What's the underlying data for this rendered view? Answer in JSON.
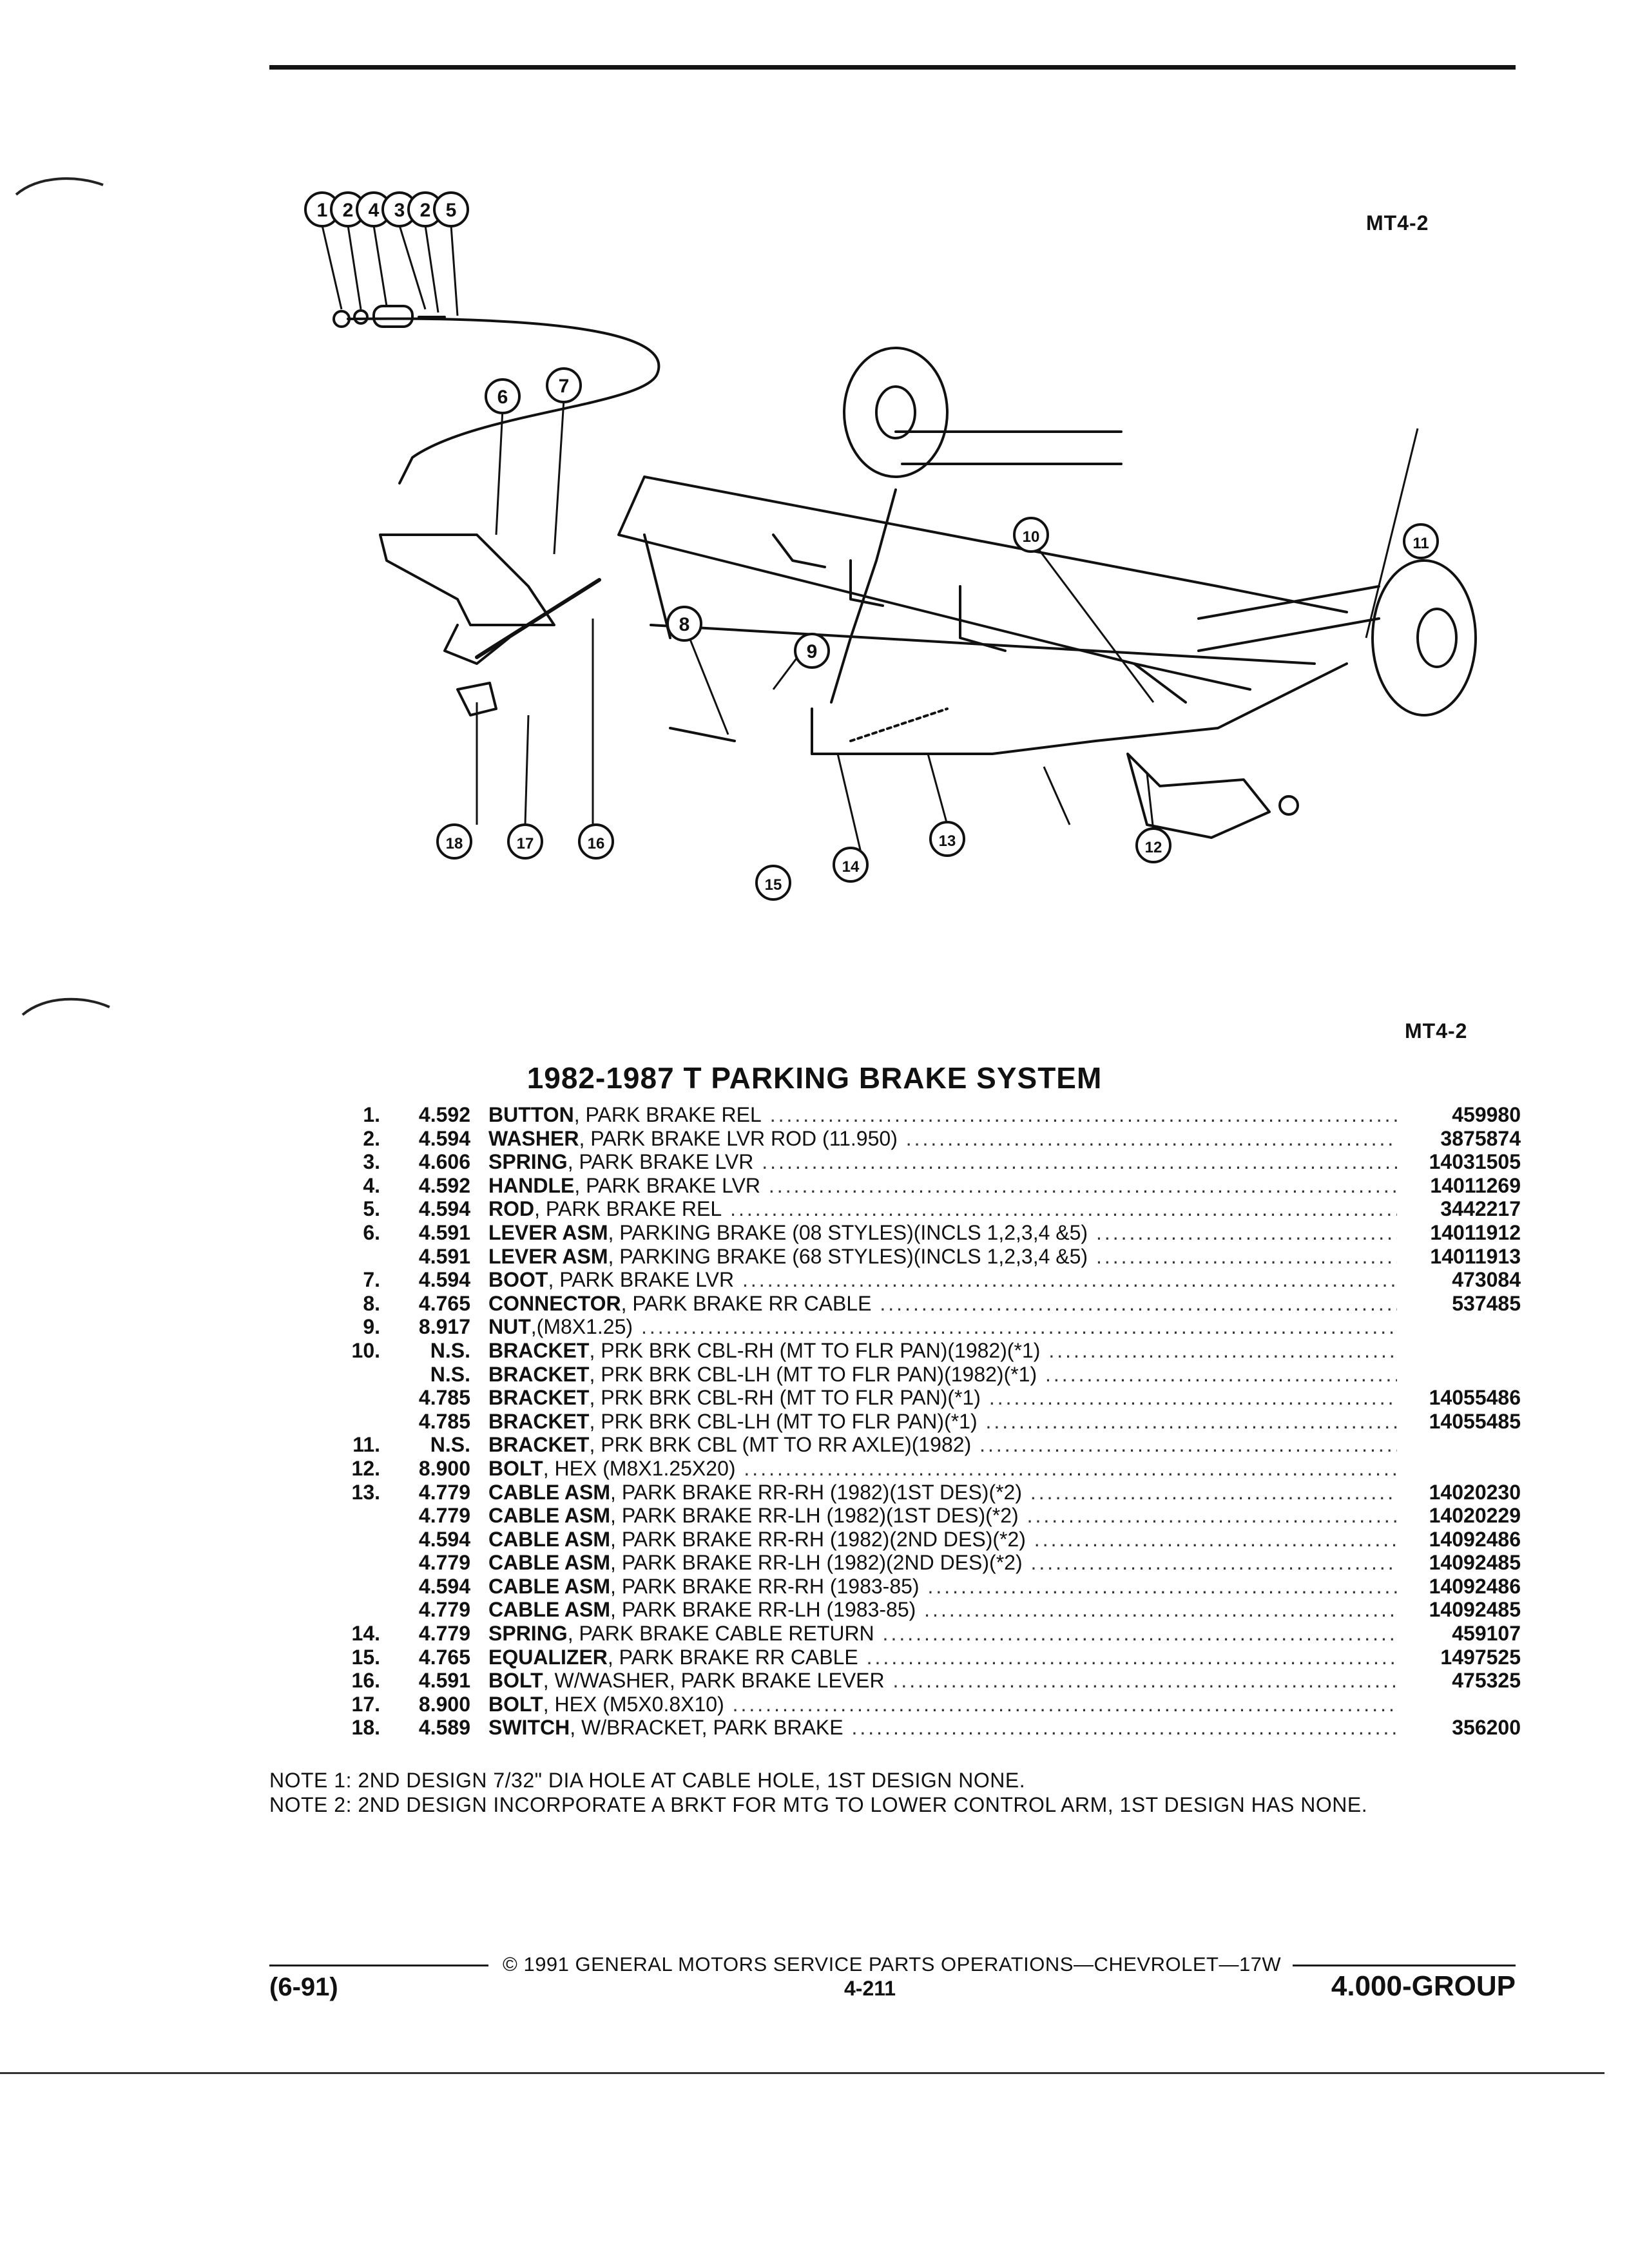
{
  "figure_code": "MT4-2",
  "diagram": {
    "callouts": [
      "1",
      "2",
      "4",
      "3",
      "2",
      "5",
      "6",
      "7",
      "8",
      "9",
      "10",
      "11",
      "12",
      "13",
      "14",
      "15",
      "16",
      "17",
      "18"
    ]
  },
  "title": "1982-1987 T PARKING BRAKE SYSTEM",
  "parts": [
    {
      "item": "1.",
      "group": "4.592",
      "name": "BUTTON",
      "desc": ", PARK BRAKE REL",
      "part": "459980"
    },
    {
      "item": "2.",
      "group": "4.594",
      "name": "WASHER",
      "desc": ", PARK BRAKE LVR ROD (11.950)",
      "part": "3875874"
    },
    {
      "item": "3.",
      "group": "4.606",
      "name": "SPRING",
      "desc": ", PARK BRAKE LVR",
      "part": "14031505"
    },
    {
      "item": "4.",
      "group": "4.592",
      "name": "HANDLE",
      "desc": ", PARK BRAKE LVR",
      "part": "14011269"
    },
    {
      "item": "5.",
      "group": "4.594",
      "name": "ROD",
      "desc": ", PARK BRAKE REL",
      "part": "3442217"
    },
    {
      "item": "6.",
      "group": "4.591",
      "name": "LEVER ASM",
      "desc": ", PARKING BRAKE (08 STYLES)(INCLS 1,2,3,4 &5)",
      "part": "14011912"
    },
    {
      "item": "",
      "group": "4.591",
      "name": "LEVER ASM",
      "desc": ", PARKING BRAKE (68 STYLES)(INCLS 1,2,3,4 &5)",
      "part": "14011913"
    },
    {
      "item": "7.",
      "group": "4.594",
      "name": "BOOT",
      "desc": ", PARK BRAKE LVR",
      "part": "473084"
    },
    {
      "item": "8.",
      "group": "4.765",
      "name": "CONNECTOR",
      "desc": ", PARK BRAKE RR CABLE",
      "part": "537485"
    },
    {
      "item": "9.",
      "group": "8.917",
      "name": "NUT",
      "desc": ",(M8X1.25)",
      "part": ""
    },
    {
      "item": "10.",
      "group": "N.S.",
      "name": "BRACKET",
      "desc": ", PRK BRK CBL-RH (MT TO FLR PAN)(1982)(*1)",
      "part": ""
    },
    {
      "item": "",
      "group": "N.S.",
      "name": "BRACKET",
      "desc": ", PRK BRK CBL-LH (MT TO FLR PAN)(1982)(*1)",
      "part": ""
    },
    {
      "item": "",
      "group": "4.785",
      "name": "BRACKET",
      "desc": ", PRK BRK CBL-RH (MT TO FLR PAN)(*1)",
      "part": "14055486"
    },
    {
      "item": "",
      "group": "4.785",
      "name": "BRACKET",
      "desc": ", PRK BRK CBL-LH (MT TO FLR PAN)(*1)",
      "part": "14055485"
    },
    {
      "item": "11.",
      "group": "N.S.",
      "name": "BRACKET",
      "desc": ", PRK BRK CBL (MT TO RR AXLE)(1982)",
      "part": ""
    },
    {
      "item": "12.",
      "group": "8.900",
      "name": "BOLT",
      "desc": ", HEX (M8X1.25X20)",
      "part": ""
    },
    {
      "item": "13.",
      "group": "4.779",
      "name": "CABLE ASM",
      "desc": ", PARK BRAKE RR-RH (1982)(1ST DES)(*2)",
      "part": "14020230"
    },
    {
      "item": "",
      "group": "4.779",
      "name": "CABLE ASM",
      "desc": ", PARK BRAKE RR-LH (1982)(1ST DES)(*2)",
      "part": "14020229"
    },
    {
      "item": "",
      "group": "4.594",
      "name": "CABLE ASM",
      "desc": ", PARK BRAKE RR-RH (1982)(2ND DES)(*2)",
      "part": "14092486"
    },
    {
      "item": "",
      "group": "4.779",
      "name": "CABLE ASM",
      "desc": ", PARK BRAKE RR-LH (1982)(2ND DES)(*2)",
      "part": "14092485"
    },
    {
      "item": "",
      "group": "4.594",
      "name": "CABLE ASM",
      "desc": ", PARK BRAKE RR-RH (1983-85)",
      "part": "14092486"
    },
    {
      "item": "",
      "group": "4.779",
      "name": "CABLE ASM",
      "desc": ", PARK BRAKE RR-LH (1983-85)",
      "part": "14092485"
    },
    {
      "item": "14.",
      "group": "4.779",
      "name": "SPRING",
      "desc": ", PARK BRAKE CABLE RETURN",
      "part": "459107"
    },
    {
      "item": "15.",
      "group": "4.765",
      "name": "EQUALIZER",
      "desc": ", PARK BRAKE RR CABLE",
      "part": "1497525"
    },
    {
      "item": "16.",
      "group": "4.591",
      "name": "BOLT",
      "desc": ", W/WASHER, PARK BRAKE LEVER",
      "part": "475325"
    },
    {
      "item": "17.",
      "group": "8.900",
      "name": "BOLT",
      "desc": ", HEX (M5X0.8X10)",
      "part": ""
    },
    {
      "item": "18.",
      "group": "4.589",
      "name": "SWITCH",
      "desc": ", W/BRACKET, PARK BRAKE",
      "part": "356200"
    }
  ],
  "notes": [
    "NOTE  1:  2ND DESIGN 7/32\" DIA HOLE AT CABLE HOLE, 1ST DESIGN NONE.",
    "NOTE  2:  2ND DESIGN INCORPORATE A BRKT FOR MTG TO LOWER CONTROL ARM, 1ST DESIGN HAS NONE."
  ],
  "footer": {
    "copyright": "© 1991 GENERAL MOTORS SERVICE PARTS OPERATIONS—CHEVROLET—17W",
    "date": "(6-91)",
    "page": "4-211",
    "group": "4.000-GROUP"
  }
}
